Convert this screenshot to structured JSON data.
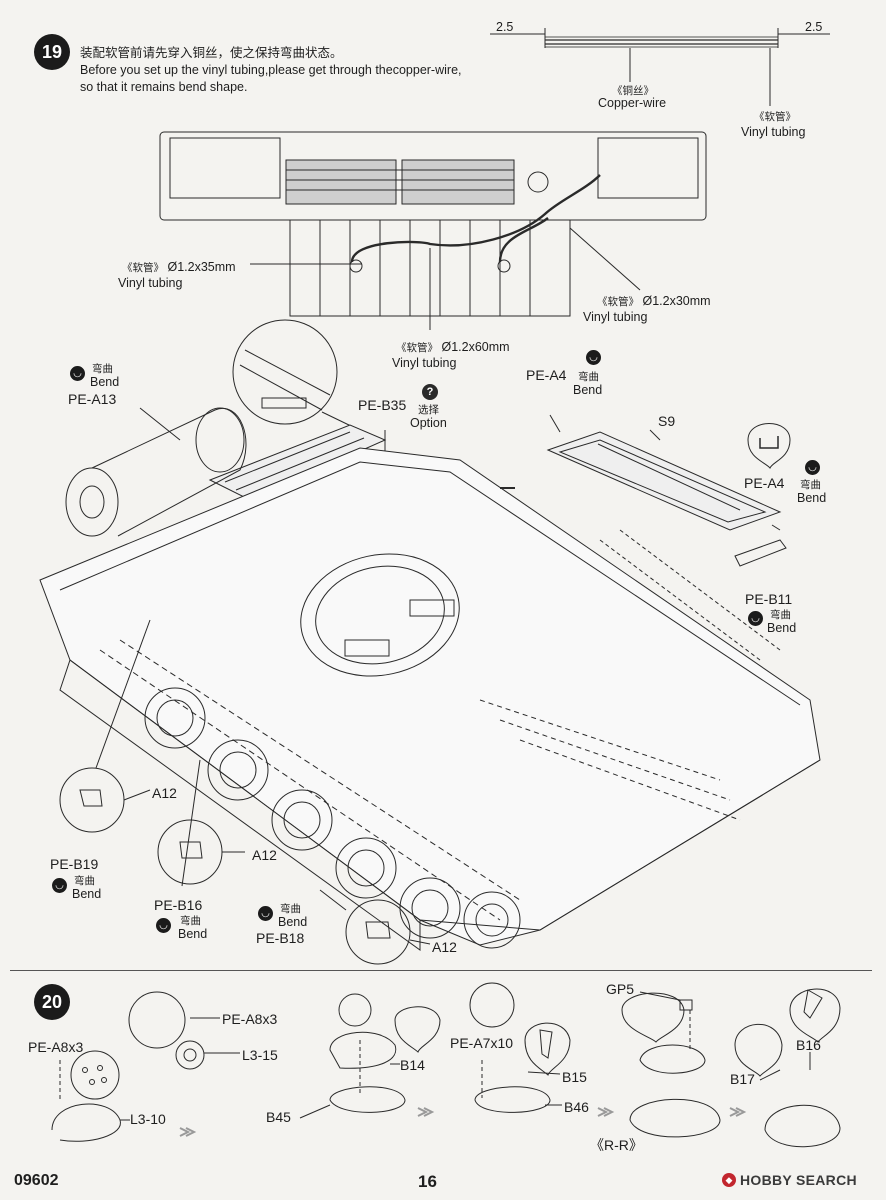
{
  "step19": {
    "number": "19",
    "instruction_cn": "装配软管前请先穿入铜丝，使之保持弯曲状态。",
    "instruction_en_1": "Before you set up the vinyl tubing,please get through thecopper-wire,",
    "instruction_en_2": "so that it remains bend shape.",
    "dim_left": "2.5",
    "dim_right": "2.5",
    "copper_cn": "《铜丝》",
    "copper_en": "Copper-wire",
    "vinyl_top_cn": "《软管》",
    "vinyl_top_en": "Vinyl tubing",
    "tube1_cn": "《软管》",
    "tube1_size": "Ø1.2x35mm",
    "tube1_en": "Vinyl tubing",
    "tube2_cn": "《软管》",
    "tube2_size": "Ø1.2x30mm",
    "tube2_en": "Vinyl tubing",
    "tube3_cn": "《软管》",
    "tube3_size": "Ø1.2x60mm",
    "tube3_en": "Vinyl tubing",
    "bend_cn": "弯曲",
    "bend_en": "Bend",
    "option_cn": "选择",
    "option_en": "Option",
    "option_symbol": "?",
    "parts": {
      "pe_a13": "PE-A13",
      "pe_b35": "PE-B35",
      "pe_a4_top": "PE-A4",
      "s9": "S9",
      "pe_a4_right": "PE-A4",
      "pe_b11": "PE-B11",
      "a12_1": "A12",
      "a12_2": "A12",
      "a12_3": "A12",
      "pe_b19": "PE-B19",
      "pe_b16": "PE-B16",
      "pe_b18": "PE-B18"
    }
  },
  "step20": {
    "number": "20",
    "parts": {
      "pe_a8x3_left": "PE-A8x3",
      "l3_10": "L3-10",
      "pe_a8x3_mid": "PE-A8x3",
      "l3_15": "L3-15",
      "b14": "B14",
      "b45": "B45",
      "pe_a7x10": "PE-A7x10",
      "b15": "B15",
      "b46": "B46",
      "gp5": "GP5",
      "b16": "B16",
      "b17": "B17"
    },
    "section_label": "《R-R》"
  },
  "footer": {
    "code": "09602",
    "page": "16",
    "watermark": "HOBBY SEARCH",
    "watermark_icon": "hobby-search-logo-icon"
  },
  "colors": {
    "ink": "#1e1e1e",
    "paper": "#f4f3f0",
    "watermark_red": "#c2262e"
  }
}
